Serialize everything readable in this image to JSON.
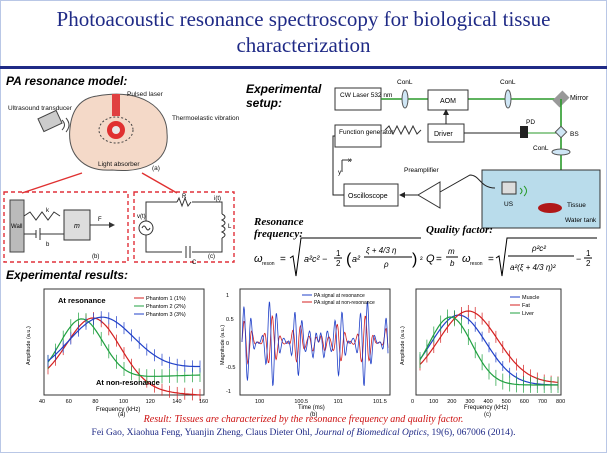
{
  "title": "Photoacoustic resonance spectroscopy for biological tissue characterization",
  "sections": {
    "model": "PA resonance model:",
    "setup": "Experimental setup:",
    "results": "Experimental results:"
  },
  "model_labels": {
    "pulsed_laser": "Pulsed laser",
    "transducer": "Ultrasound transducer",
    "thermoelastic": "Thermoelastic vibration",
    "absorber": "Light absorber",
    "a": "(a)",
    "b": "(b)",
    "c": "(c)",
    "wall": "Wall",
    "m": "m",
    "F": "F",
    "k": "k",
    "b_damp": "b",
    "vt": "v(t)",
    "R": "R",
    "C": "C",
    "it": "i(t)",
    "L": "L"
  },
  "setup_labels": {
    "cw_laser": "CW Laser 532 nm",
    "conl1": "ConL",
    "conl2": "ConL",
    "conl3": "ConL",
    "aom": "AOM",
    "mirror": "Mirror",
    "funcgen": "Function generator",
    "driver": "Driver",
    "pd": "PD",
    "bs": "BS",
    "preamp": "Preamplifier",
    "osc": "Oscilloscope",
    "us": "US",
    "tissue": "Tissue",
    "tank": "Water tank",
    "x": "x",
    "y": "y"
  },
  "equations": {
    "res_label": "Resonance frequency:",
    "q_label": "Quality factor:"
  },
  "plots": {
    "a": {
      "at_res": "At resonance",
      "at_non": "At non-resonance",
      "legend": [
        "Phantom 1 (1%)",
        "Phantom 2 (2%)",
        "Phantom 3 (3%)"
      ],
      "xlabel": "Frequency (kHz)",
      "ylabel": "Amplitude (a.u.)",
      "tag": "(a)",
      "xticks": [
        "40",
        "60",
        "80",
        "100",
        "120",
        "140",
        "160"
      ]
    },
    "b": {
      "legend": [
        "PA signal at resonance",
        "PA signal at non-resonance"
      ],
      "xlabel": "Time (ms)",
      "ylabel": "Magnitude (a.u.)",
      "tag": "(b)",
      "xticks": [
        "100",
        "100.5",
        "101",
        "101.5"
      ],
      "yticks": [
        "1",
        "0.5",
        "0",
        "-0.5",
        "-1"
      ]
    },
    "c": {
      "legend": [
        "Muscle",
        "Fat",
        "Liver"
      ],
      "xlabel": "Frequency (kHz)",
      "ylabel": "Amplitude (a.u.)",
      "tag": "(c)",
      "xticks": [
        "0",
        "100",
        "200",
        "300",
        "400",
        "500",
        "600",
        "700",
        "800"
      ]
    }
  },
  "colors": {
    "title": "#1f2a86",
    "red": "#cc1010",
    "series_red": "#d42020",
    "series_blue": "#2040c8",
    "series_green": "#20a040"
  },
  "result": "Result: Tissues are characterized by the resonance frequency and quality factor.",
  "citation": {
    "authors": "Fei Gao, Xiaohua Feng, Yuanjin Zheng, Claus Dieter Ohl, ",
    "journal": "Journal of Biomedical Optics",
    "rest": ", 19(6), 067006 (2014)."
  }
}
